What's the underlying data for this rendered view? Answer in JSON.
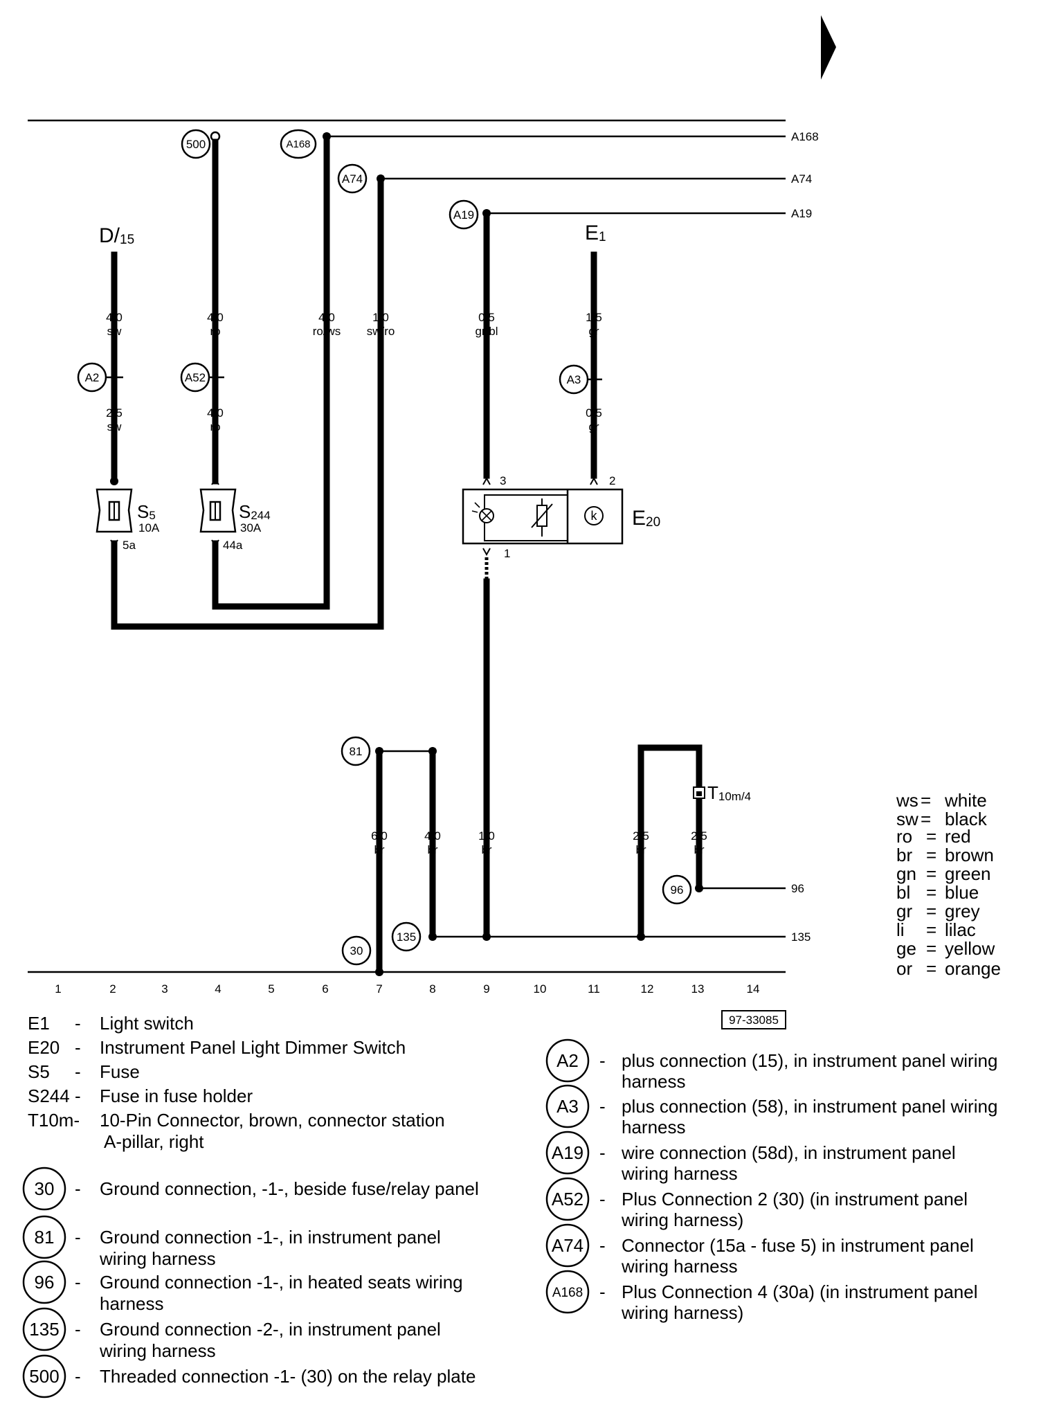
{
  "diagram": {
    "ref": "97-33085",
    "components": {
      "d15": {
        "name": "D/",
        "sub": "15"
      },
      "e1": {
        "name": "E",
        "sub": "1"
      },
      "e20": {
        "name": "E",
        "sub": "20"
      },
      "s5": {
        "name": "S",
        "sub": "5",
        "rating": "10A",
        "out": "5a"
      },
      "s244": {
        "name": "S",
        "sub": "244",
        "rating": "30A",
        "out": "44a"
      },
      "t10m": {
        "name": "T",
        "sub": "10m/4"
      }
    },
    "e20_pins": {
      "p3": "3",
      "p2": "2",
      "p1": "1"
    },
    "connectors": {
      "c500": "500",
      "a168": "A168",
      "a74": "A74",
      "a19": "A19",
      "a2": "A2",
      "a52": "A52",
      "a3": "A3",
      "c81": "81",
      "c96": "96",
      "c135": "135",
      "c30": "30"
    },
    "right_labels": {
      "a168": "A168",
      "a74": "A74",
      "a19": "A19",
      "g96": "96",
      "g135": "135"
    },
    "wires": {
      "w1": {
        "size": "4,0",
        "color": "sw"
      },
      "w2": {
        "size": "4,0",
        "color": "ro"
      },
      "w3": {
        "size": "4,0",
        "color": "ro/ws"
      },
      "w4": {
        "size": "1,0",
        "color": "sw/ro"
      },
      "w5": {
        "size": "0,5",
        "color": "gr/bl"
      },
      "w6": {
        "size": "1,5",
        "color": "gr"
      },
      "w7": {
        "size": "2,5",
        "color": "sw"
      },
      "w8": {
        "size": "4,0",
        "color": "ro"
      },
      "w9": {
        "size": "0,5",
        "color": "gr"
      },
      "w10": {
        "size": "6,0",
        "color": "br"
      },
      "w11": {
        "size": "4,0",
        "color": "br"
      },
      "w12": {
        "size": "1,0",
        "color": "br"
      },
      "w13": {
        "size": "2,5",
        "color": "br"
      },
      "w14": {
        "size": "2,5",
        "color": "br"
      }
    },
    "tracks": [
      "1",
      "2",
      "3",
      "4",
      "5",
      "6",
      "7",
      "8",
      "9",
      "10",
      "11",
      "12",
      "13",
      "14"
    ]
  },
  "color_legend": [
    {
      "code": "ws",
      "name": "white"
    },
    {
      "code": "sw",
      "name": "black"
    },
    {
      "code": "ro",
      "name": "red"
    },
    {
      "code": "br",
      "name": "brown"
    },
    {
      "code": "gn",
      "name": "green"
    },
    {
      "code": "bl",
      "name": "blue"
    },
    {
      "code": "gr",
      "name": "grey"
    },
    {
      "code": "li",
      "name": "lilac"
    },
    {
      "code": "ge",
      "name": "yellow"
    },
    {
      "code": "or",
      "name": "orange"
    }
  ],
  "component_legend": [
    {
      "code": "E1",
      "sep": "-",
      "desc": "Light switch"
    },
    {
      "code": "E20",
      "sep": "-",
      "desc": "Instrument Panel Light Dimmer Switch"
    },
    {
      "code": "S5",
      "sep": "-",
      "desc": "Fuse"
    },
    {
      "code": "S244 -",
      "sep": "",
      "desc": "Fuse in fuse holder"
    },
    {
      "code": "T10m-",
      "sep": "",
      "desc": "10-Pin Connector, brown, connector station",
      "desc2": "A-pillar, right"
    }
  ],
  "ground_legend": [
    {
      "num": "30",
      "desc": "Ground connection, -1-, beside fuse/relay panel",
      "desc2": ""
    },
    {
      "num": "81",
      "desc": "Ground connection -1-, in instrument panel",
      "desc2": "wiring harness"
    },
    {
      "num": "96",
      "desc": "Ground connection -1-, in heated seats wiring",
      "desc2": "harness"
    },
    {
      "num": "135",
      "desc": "Ground connection -2-, in instrument panel",
      "desc2": "wiring harness"
    },
    {
      "num": "500",
      "desc": "Threaded connection -1- (30) on the relay plate",
      "desc2": ""
    }
  ],
  "connection_legend": [
    {
      "num": "A2",
      "desc": "plus connection (15), in instrument panel wiring",
      "desc2": "harness"
    },
    {
      "num": "A3",
      "desc": "plus connection (58), in instrument panel wiring",
      "desc2": "harness"
    },
    {
      "num": "A19",
      "desc": "wire connection (58d), in instrument panel",
      "desc2": "wiring harness"
    },
    {
      "num": "A52",
      "desc": "Plus Connection 2 (30) (in instrument panel",
      "desc2": "wiring harness)"
    },
    {
      "num": "A74",
      "desc": "Connector (15a - fuse 5) in instrument panel",
      "desc2": "wiring harness"
    },
    {
      "num": "A168",
      "desc": "Plus Connection 4 (30a) (in instrument panel",
      "desc2": "wiring harness)"
    }
  ]
}
